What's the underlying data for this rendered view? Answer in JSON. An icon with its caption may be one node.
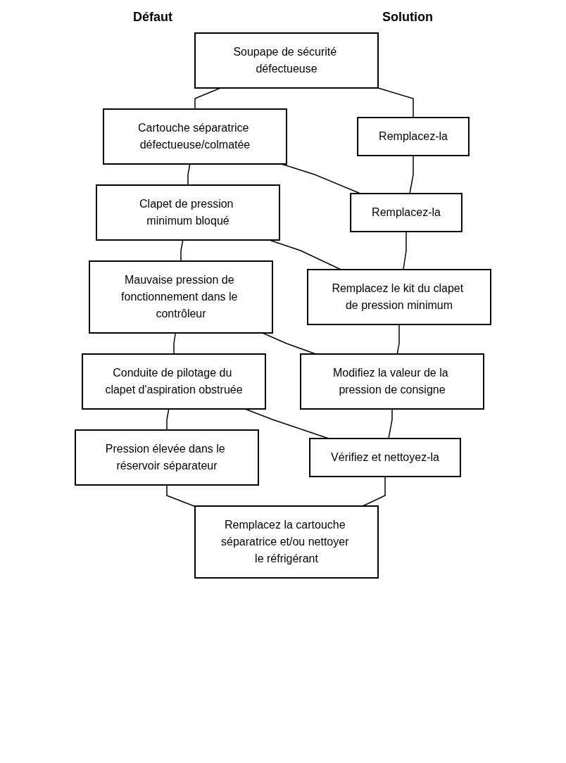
{
  "diagram": {
    "nodes": [
      {
        "text": [
          "Soupape de sécurité défectueuse"
        ]
      },
      {
        "text": [
          "Remplacez-la"
        ]
      },
      {
        "text": [
          "Cartouche séparatrice défectueuse/colmatée"
        ]
      },
      {
        "text": [
          "Remplacez-la"
        ]
      },
      {
        "text": [
          "Clapet de pression minimum bloqué"
        ]
      },
      {
        "text": [
          "Remplacez le kit du clapet de pression minimum"
        ]
      },
      {
        "text": [
          "Mauvaise pression de fonctionnement dans le contrôleur"
        ]
      },
      {
        "text": [
          "Modifiez la valeur de la pression de consigne"
        ]
      },
      {
        "text": [
          "Conduite de pilotage du clapet d'aspiration obstruée"
        ]
      },
      {
        "text": [
          "Vérifiez et nettoyez-la"
        ]
      },
      {
        "text": [
          "Pression élevée dans le réservoir séparateur"
        ]
      },
      {
        "text": [
          "Remplacez la cartouche séparatrice et/ou nettoyer le réfrigérant"
        ]
      }
    ],
    "edges": [
      {
        "from": 0,
        "to": 1,
        "arrow": "none"
      },
      {
        "from": 2,
        "to": 3,
        "arrow": "none"
      },
      {
        "from": 4,
        "to": 5,
        "arrow": "none"
      },
      {
        "from": 6,
        "to": 7,
        "arrow": "none"
      },
      {
        "from": 8,
        "to": 9,
        "arrow": "none"
      },
      {
        "from": 10,
        "to": 11,
        "arrow": "none"
      },
      {
        "from": 0,
        "to": 2,
        "arrow": "none"
      },
      {
        "from": 2,
        "to": 4,
        "arrow": "none"
      },
      {
        "from": 4,
        "to": 6,
        "arrow": "none"
      },
      {
        "from": 6,
        "to": 8,
        "arrow": "none"
      },
      {
        "from": 8,
        "to": 10,
        "arrow": "none"
      },
      {
        "from": 1,
        "to": 3,
        "arrow": "none"
      },
      {
        "from": 3,
        "to": 5,
        "arrow": "none"
      },
      {
        "from": 5,
        "to": 7,
        "arrow": "none"
      },
      {
        "from": 7,
        "to": 9,
        "arrow": "none"
      },
      {
        "from": 9,
        "to": 11,
        "arrow": "none"
      }
    ],
    "labels": [
      "Défaut",
      "Solution"
    ]
  }
}
